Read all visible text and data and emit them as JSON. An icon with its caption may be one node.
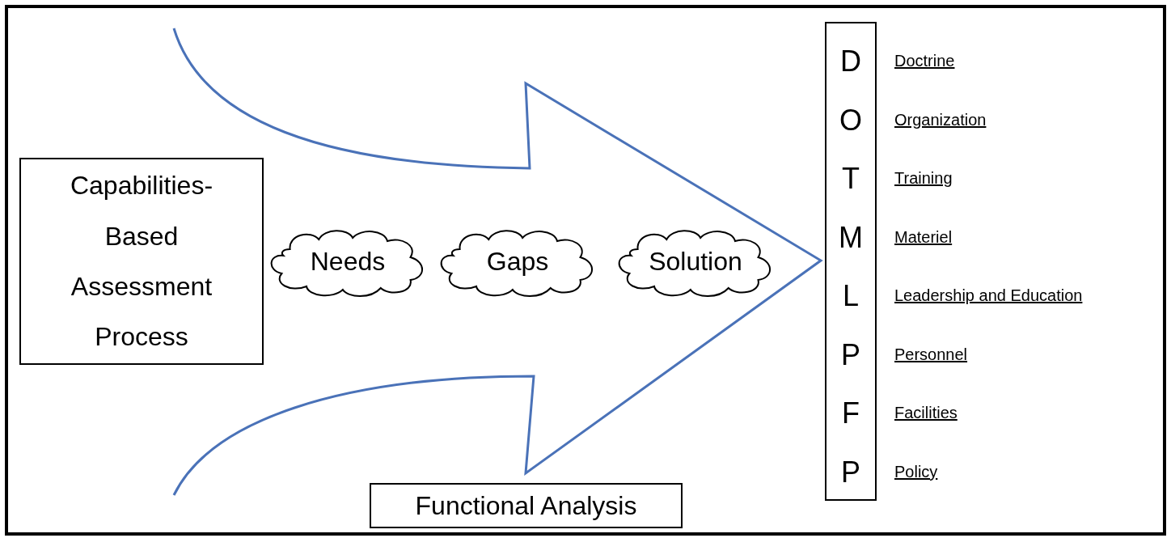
{
  "diagram": {
    "nodes": [
      {
        "text": [
          "Capabilities-Based Assessment Process"
        ]
      },
      {
        "text": [
          "Needs"
        ]
      },
      {
        "text": [
          "Gaps"
        ]
      },
      {
        "text": [
          "Solution"
        ]
      },
      {
        "text": [
          "Functional Analysis"
        ]
      },
      {
        "text": [
          "D",
          "O",
          "T",
          "M",
          "L",
          "P",
          "F",
          "P"
        ]
      }
    ],
    "labels": [
      "Doctrine",
      "Organization",
      "Training",
      "Materiel",
      "Leadership and Education",
      "Personnel",
      "Facilities",
      "Policy"
    ]
  }
}
